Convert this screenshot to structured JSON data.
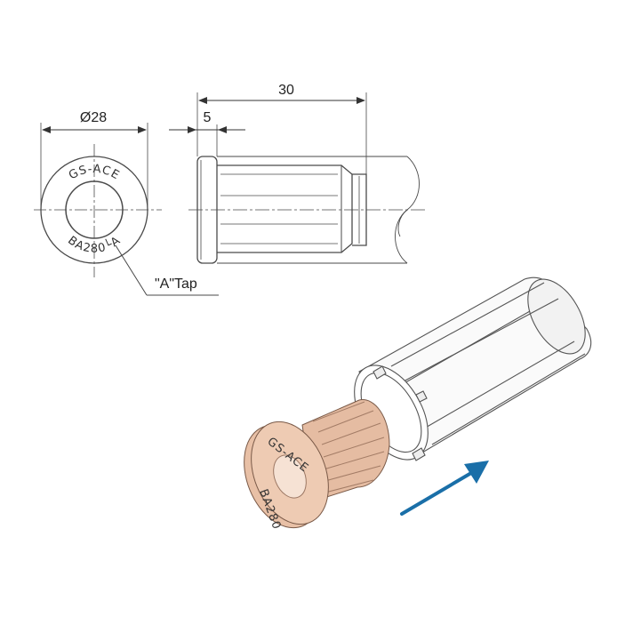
{
  "dimensions": {
    "diameter": "Ø28",
    "length": "30",
    "offset": "5"
  },
  "annotation": {
    "tap_label": "\"A\"Tap"
  },
  "part_marking": {
    "brand": "GS-ACE",
    "model": "BA280└A",
    "model_3d": "BA280"
  },
  "colors": {
    "plug": "#e8c0a6",
    "plug_dark": "#b08a74",
    "arrow": "#1a6fa8",
    "line": "#4a4a4a"
  },
  "icons": {
    "insertion_arrow": "arrow-up-right-icon"
  }
}
